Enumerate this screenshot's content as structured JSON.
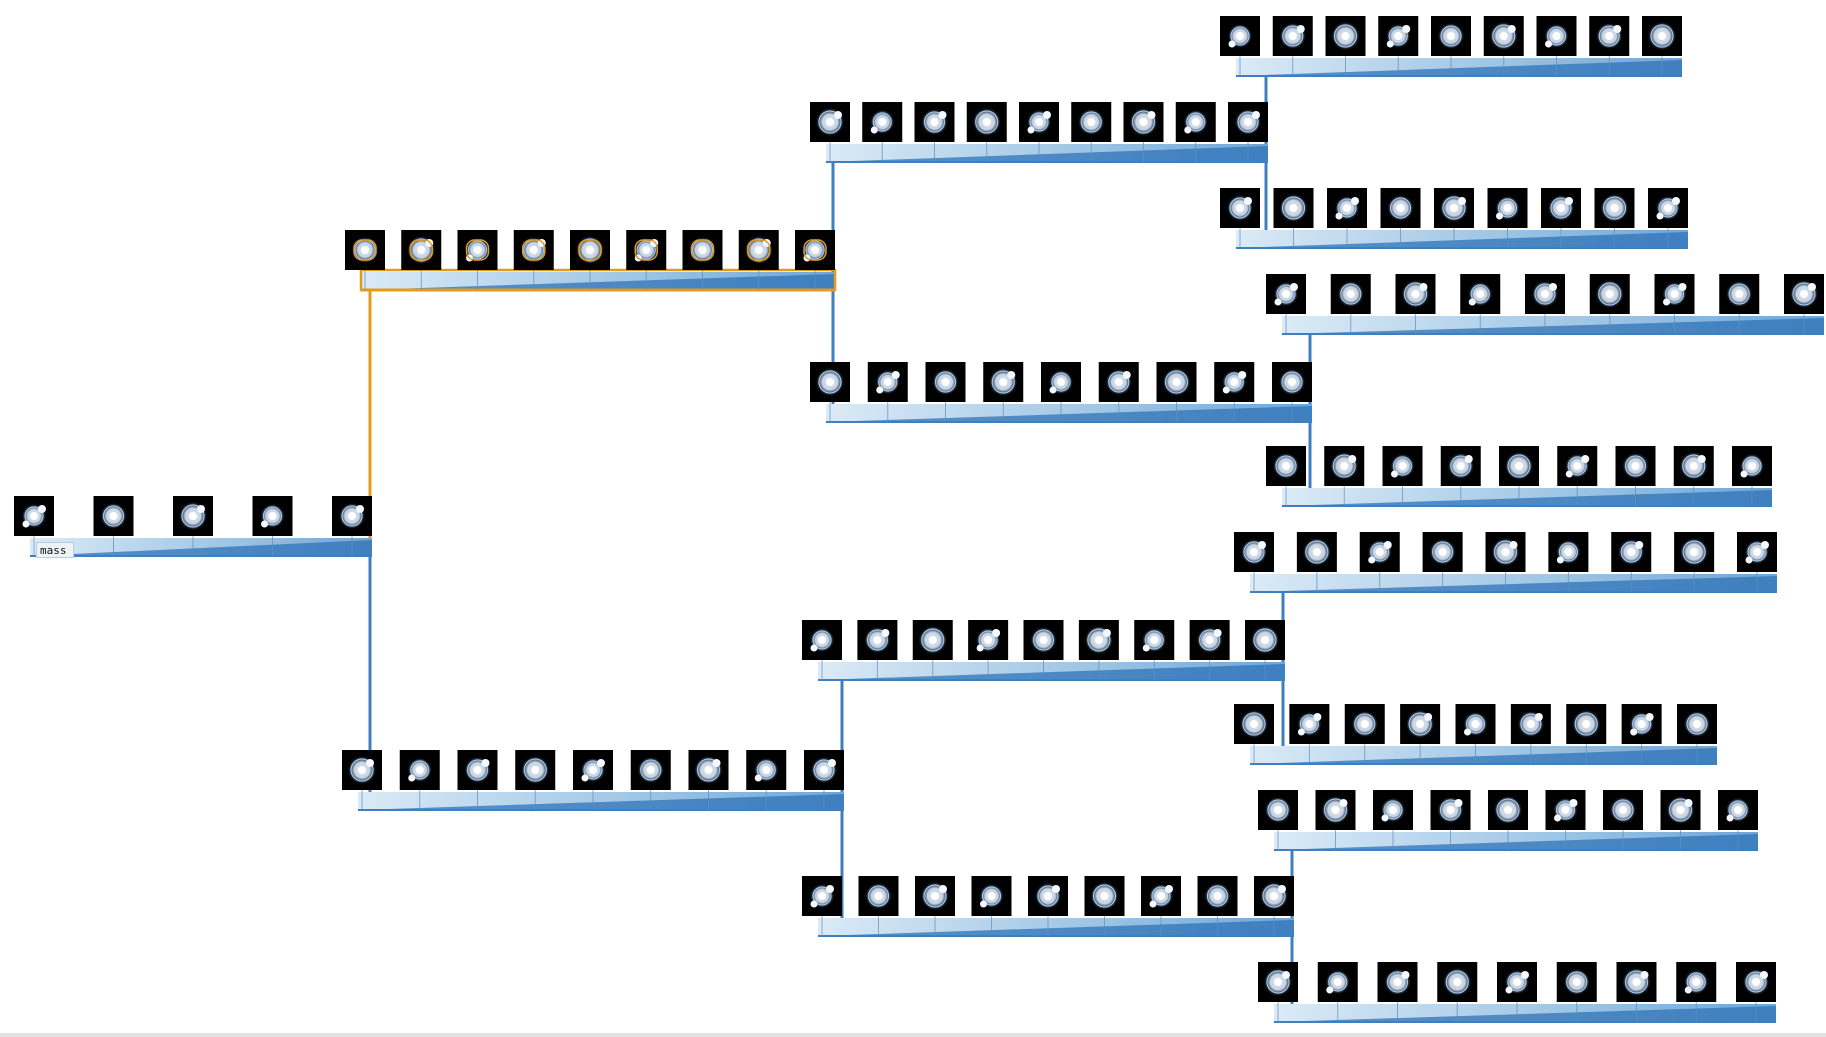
{
  "track_label": "mass",
  "colors": {
    "branch_blue": "#3f7fbf",
    "branch_highlight": "#e39b1c",
    "band_light": "#d4e6f5",
    "band_mid": "#8dbbe0",
    "band_dark": "#2f73b8",
    "frame_bg": "#000000",
    "cell_glow": "#cfe6ff"
  },
  "tree": {
    "frames": 5,
    "highlight": false,
    "children": [
      {
        "frames": 9,
        "highlight": true,
        "children": [
          {
            "frames": 9,
            "highlight": false,
            "children": [
              {
                "frames": 9,
                "highlight": false,
                "children": []
              },
              {
                "frames": 9,
                "highlight": false,
                "children": []
              }
            ]
          },
          {
            "frames": 9,
            "highlight": false,
            "children": [
              {
                "frames": 9,
                "highlight": false,
                "children": []
              },
              {
                "frames": 9,
                "highlight": false,
                "children": []
              }
            ]
          }
        ]
      },
      {
        "frames": 9,
        "highlight": false,
        "children": [
          {
            "frames": 9,
            "highlight": false,
            "children": [
              {
                "frames": 9,
                "highlight": false,
                "children": []
              },
              {
                "frames": 9,
                "highlight": false,
                "children": []
              }
            ]
          },
          {
            "frames": 9,
            "highlight": false,
            "children": [
              {
                "frames": 9,
                "highlight": false,
                "children": []
              },
              {
                "frames": 9,
                "highlight": false,
                "children": []
              }
            ]
          }
        ]
      }
    ]
  }
}
